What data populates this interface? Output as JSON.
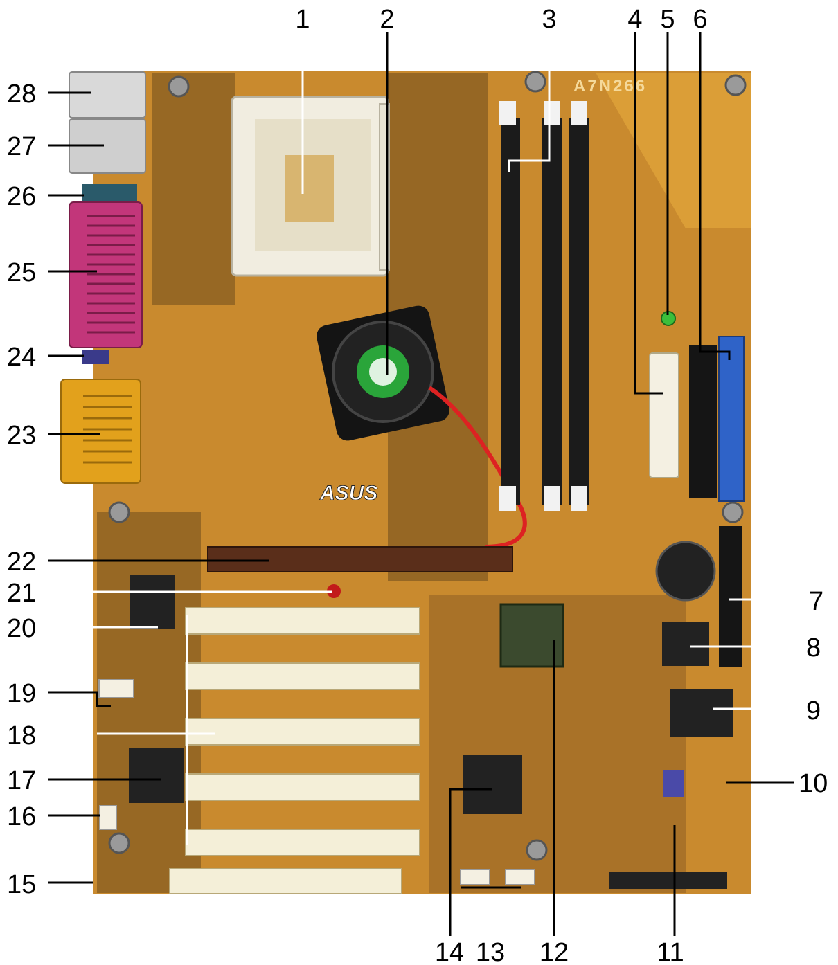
{
  "board_model": "A7N266",
  "brand_mark": "ASUS",
  "callouts": [
    "1",
    "2",
    "3",
    "4",
    "5",
    "6",
    "7",
    "8",
    "9",
    "10",
    "11",
    "12",
    "13",
    "14",
    "15",
    "16",
    "17",
    "18",
    "19",
    "20",
    "21",
    "22",
    "23",
    "24",
    "25",
    "26",
    "27",
    "28"
  ],
  "colors": {
    "pcb": "#c98a2e",
    "pcb_dark": "#3a2a12",
    "socket": "#f1ede0",
    "dimm": "#1b1b1b",
    "dimm_latch": "#f2f2f2",
    "pci": "#f4efd8",
    "agp": "#5a2e1a",
    "parallel": "#c2367a",
    "gameport": "#e2a11c",
    "ide_blue": "#2f63c8",
    "fan": "#141414",
    "fan_label": "#2aa53a"
  }
}
